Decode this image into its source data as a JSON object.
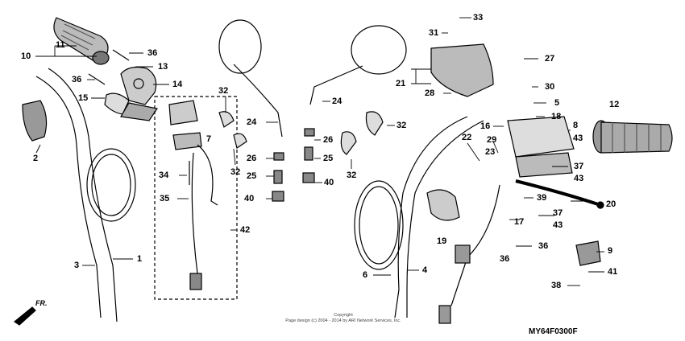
{
  "diagram": {
    "callouts": [
      "1",
      "2",
      "3",
      "4",
      "5",
      "6",
      "7",
      "8",
      "9",
      "10",
      "11",
      "12",
      "13",
      "14",
      "15",
      "16",
      "17",
      "18",
      "19",
      "20",
      "21",
      "22",
      "23",
      "24",
      "25",
      "26",
      "27",
      "28",
      "29",
      "30",
      "31",
      "32",
      "33",
      "34",
      "35",
      "36",
      "37",
      "38",
      "39",
      "40",
      "41",
      "42",
      "43"
    ],
    "direction_label": "FR.",
    "copyright_line1": "Copyright",
    "copyright_line2": "Page design (c) 2004 - 2014 by ARI Network Services, Inc.",
    "drawing_code": "MY64F0300F"
  }
}
